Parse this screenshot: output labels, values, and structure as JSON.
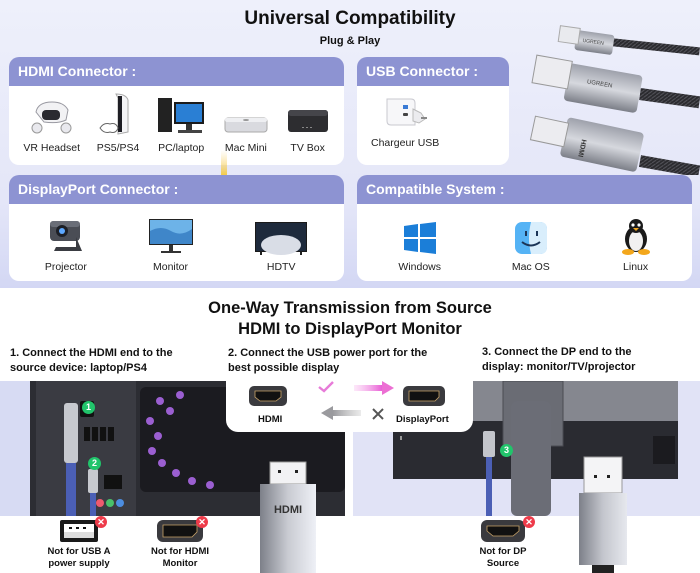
{
  "header": {
    "title": "Universal Compatibility",
    "subtitle": "Plug & Play"
  },
  "cards": {
    "hdmi": {
      "title": "HDMI Connector :",
      "items": [
        {
          "label": "VR Headset",
          "icon": "vr-headset-icon"
        },
        {
          "label": "PS5/PS4",
          "icon": "game-console-icon"
        },
        {
          "label": "PC/laptop",
          "icon": "desktop-pc-icon"
        },
        {
          "label": "Mac Mini",
          "icon": "mac-mini-icon"
        },
        {
          "label": "TV Box",
          "icon": "tv-box-icon"
        }
      ]
    },
    "usb": {
      "title": "USB Connector :",
      "items": [
        {
          "label": "Chargeur USB",
          "icon": "usb-charger-icon"
        }
      ]
    },
    "dp": {
      "title": "DisplayPort Connector :",
      "items": [
        {
          "label": "Projector",
          "icon": "projector-icon"
        },
        {
          "label": "Monitor",
          "icon": "monitor-icon"
        },
        {
          "label": "HDTV",
          "icon": "hdtv-icon"
        }
      ]
    },
    "system": {
      "title": "Compatible System :",
      "items": [
        {
          "label": "Windows",
          "icon": "windows-logo-icon"
        },
        {
          "label": "Mac OS",
          "icon": "macos-finder-icon"
        },
        {
          "label": "Linux",
          "icon": "linux-tux-icon"
        }
      ]
    }
  },
  "product": {
    "brand": "UGREEN",
    "hdmi_plug_text": "HDMI"
  },
  "transmission": {
    "title_line1": "One-Way Transmission from Source",
    "title_line2": "HDMI to DisplayPort Monitor",
    "steps": [
      {
        "line1": "1. Connect the HDMI end to the",
        "line2": "source device: laptop/PS4"
      },
      {
        "line1": "2. Connect the USB power port for the",
        "line2": "best possible display"
      },
      {
        "line1": "3. Connect the DP end to the",
        "line2": "display: monitor/TV/projector"
      }
    ],
    "badges": [
      "1",
      "2",
      "3"
    ],
    "direction": {
      "source_label": "HDMI",
      "target_label": "DisplayPort",
      "forward": "supported",
      "reverse": "not supported"
    },
    "warnings": [
      {
        "line1": "Not for USB A",
        "line2": "power supply"
      },
      {
        "line1": "Not for HDMI",
        "line2": "Monitor"
      },
      {
        "line1": "Not for DP",
        "line2": "Source"
      }
    ]
  },
  "colors": {
    "card_header": "#8d93d2",
    "step_badge": "#21c46b",
    "error_badge": "#ee3b4a",
    "arrow_yellow": "#f5c72c",
    "forward_arrow": "#e95fd6"
  }
}
